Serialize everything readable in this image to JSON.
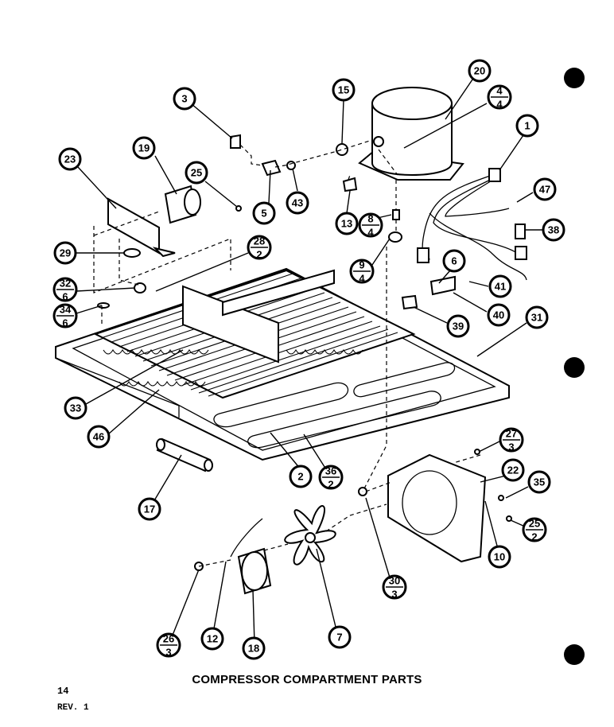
{
  "caption": "COMPRESSOR COMPARTMENT PARTS",
  "page_number": "14",
  "revision": "REV. 1",
  "callouts": [
    {
      "label": "1"
    },
    {
      "label": "2"
    },
    {
      "label": "3"
    },
    {
      "label": "5"
    },
    {
      "label": "6"
    },
    {
      "label": "7"
    },
    {
      "label": "10"
    },
    {
      "label": "12"
    },
    {
      "label": "13"
    },
    {
      "label": "15"
    },
    {
      "label": "17"
    },
    {
      "label": "18"
    },
    {
      "label": "19"
    },
    {
      "label": "20"
    },
    {
      "label": "22"
    },
    {
      "label": "23"
    },
    {
      "label": "25"
    },
    {
      "label": "29"
    },
    {
      "label": "31"
    },
    {
      "label": "33"
    },
    {
      "label": "35"
    },
    {
      "label": "38"
    },
    {
      "label": "39"
    },
    {
      "label": "40"
    },
    {
      "label": "41"
    },
    {
      "label": "43"
    },
    {
      "label": "46"
    },
    {
      "label": "47"
    },
    {
      "label": "4",
      "sub": "4"
    },
    {
      "label": "8",
      "sub": "4"
    },
    {
      "label": "9",
      "sub": "4"
    },
    {
      "label": "28",
      "sub": "2"
    },
    {
      "label": "32",
      "sub": "6"
    },
    {
      "label": "34",
      "sub": "6"
    },
    {
      "label": "27",
      "sub": "3"
    },
    {
      "label": "36",
      "sub": "2"
    },
    {
      "label": "25",
      "sub": "2"
    },
    {
      "label": "30",
      "sub": "3"
    },
    {
      "label": "26",
      "sub": "3"
    }
  ]
}
